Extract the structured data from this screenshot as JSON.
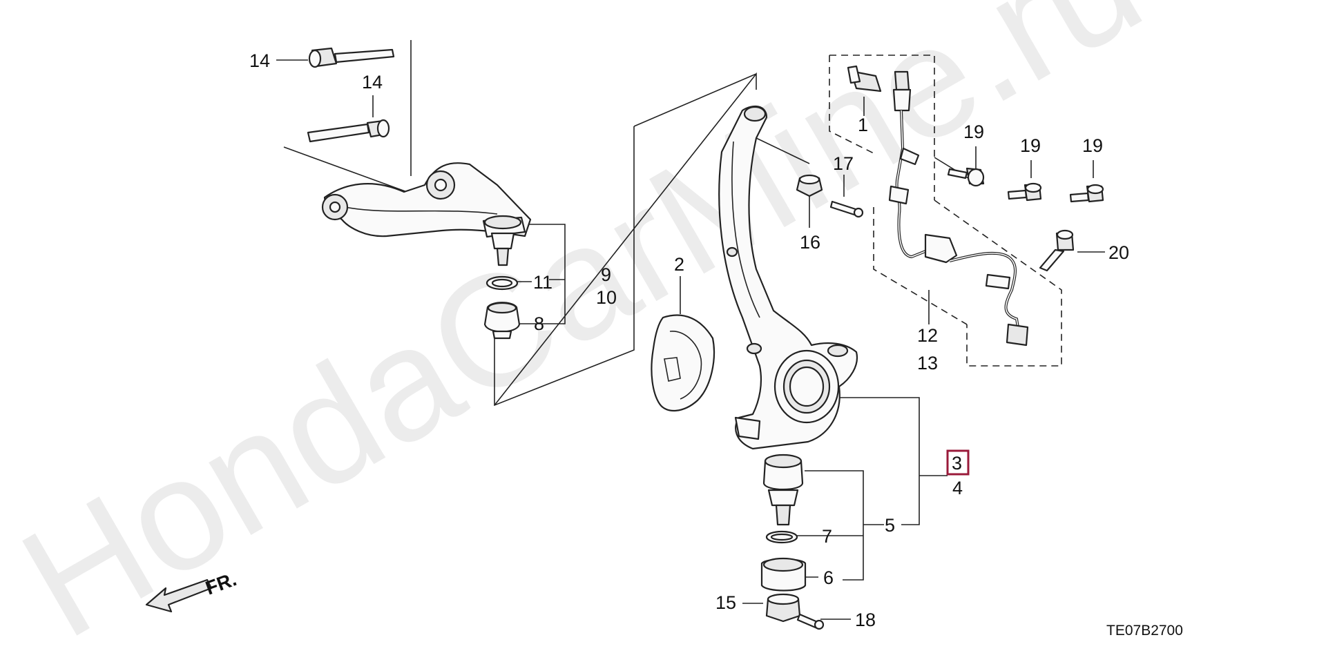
{
  "watermark": "HondaCarMine.ru",
  "diagram_code": "TE07B2700",
  "direction_label": "FR.",
  "highlight_color": "#9a1a3a",
  "callouts": {
    "c1": "1",
    "c2": "2",
    "c3": "3",
    "c4": "4",
    "c5": "5",
    "c6": "6",
    "c7": "7",
    "c8": "8",
    "c9": "9",
    "c10": "10",
    "c11": "11",
    "c12": "12",
    "c13": "13",
    "c14a": "14",
    "c14b": "14",
    "c15": "15",
    "c16": "16",
    "c17": "17",
    "c18": "18",
    "c19a": "19",
    "c19b": "19",
    "c19c": "19",
    "c20": "20"
  }
}
